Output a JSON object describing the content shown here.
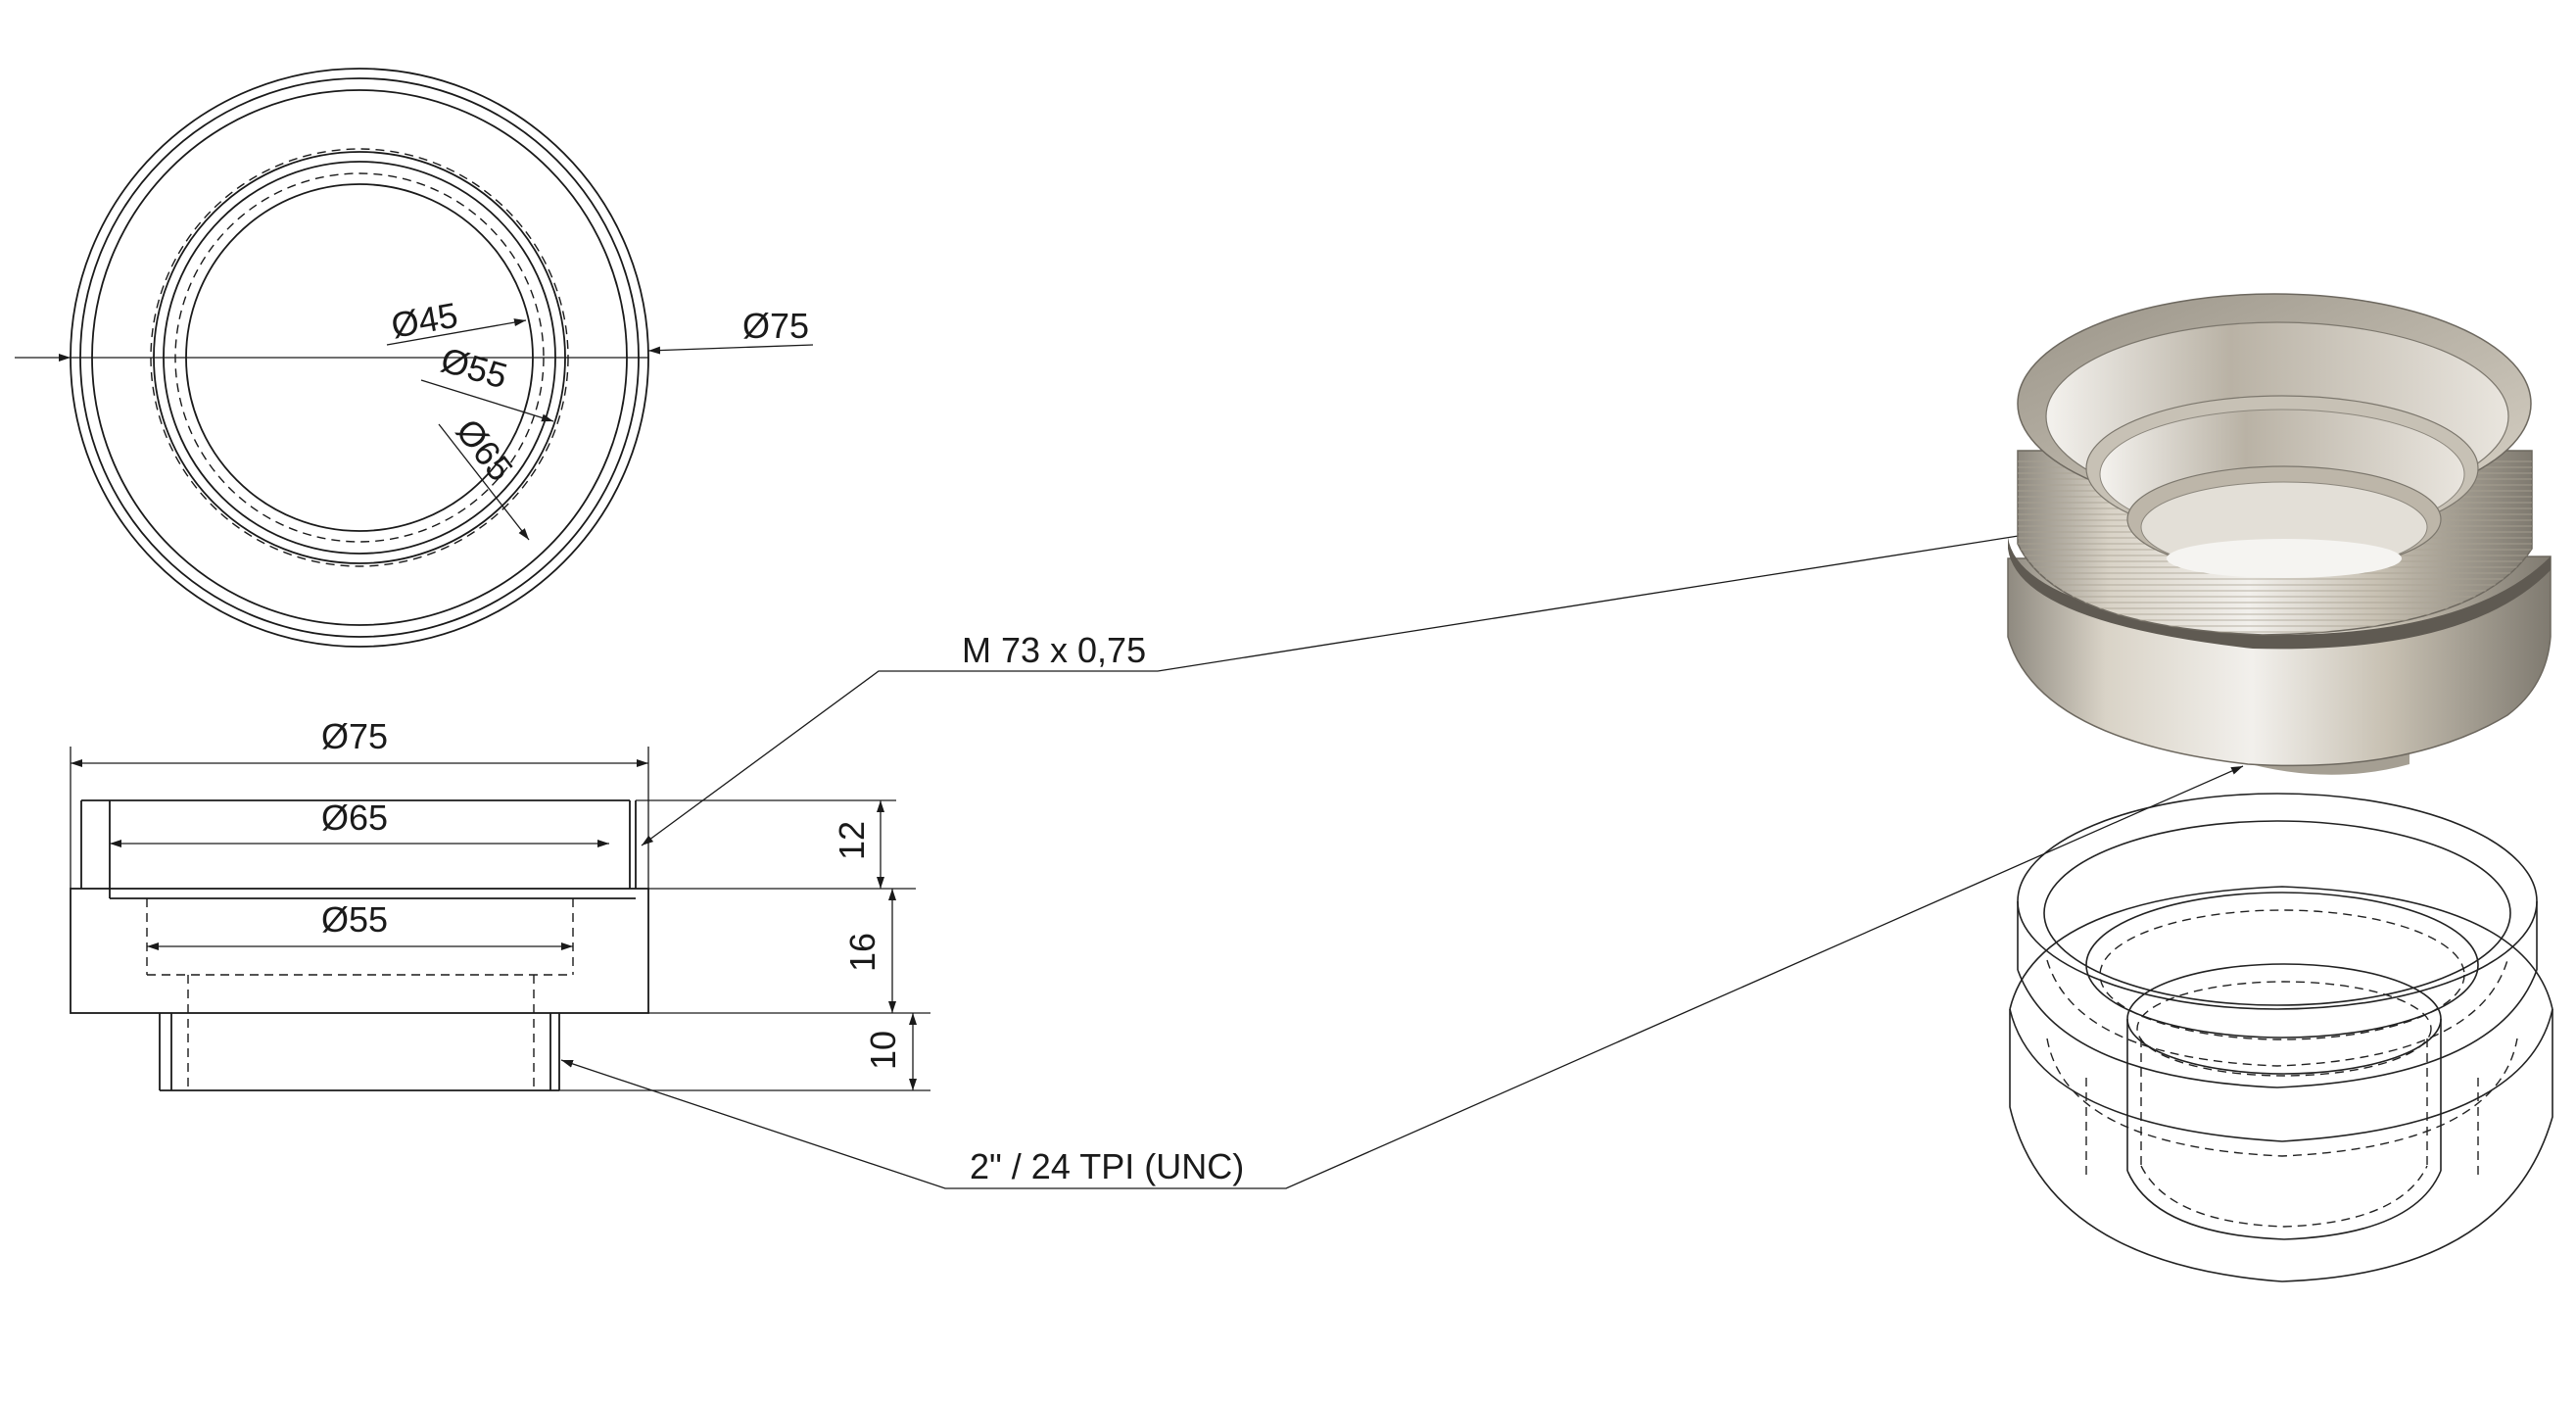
{
  "top_view": {
    "dia_45": "Ø45",
    "dia_55": "Ø55",
    "dia_65": "Ø65",
    "dia_75": "Ø75"
  },
  "section_view": {
    "dia_75": "Ø75",
    "dia_65": "Ø65",
    "dia_55": "Ø55",
    "height_12": "12",
    "height_16": "16",
    "height_10": "10"
  },
  "callouts": {
    "metric_thread": "M 73 x 0,75",
    "unc_thread": "2\" / 24 TPI (UNC)"
  },
  "colors": {
    "line": "#1a1a1a",
    "part_body": "#cfc9bd",
    "part_highlight": "#f2f0ec",
    "part_shadow": "#8f8a80"
  }
}
